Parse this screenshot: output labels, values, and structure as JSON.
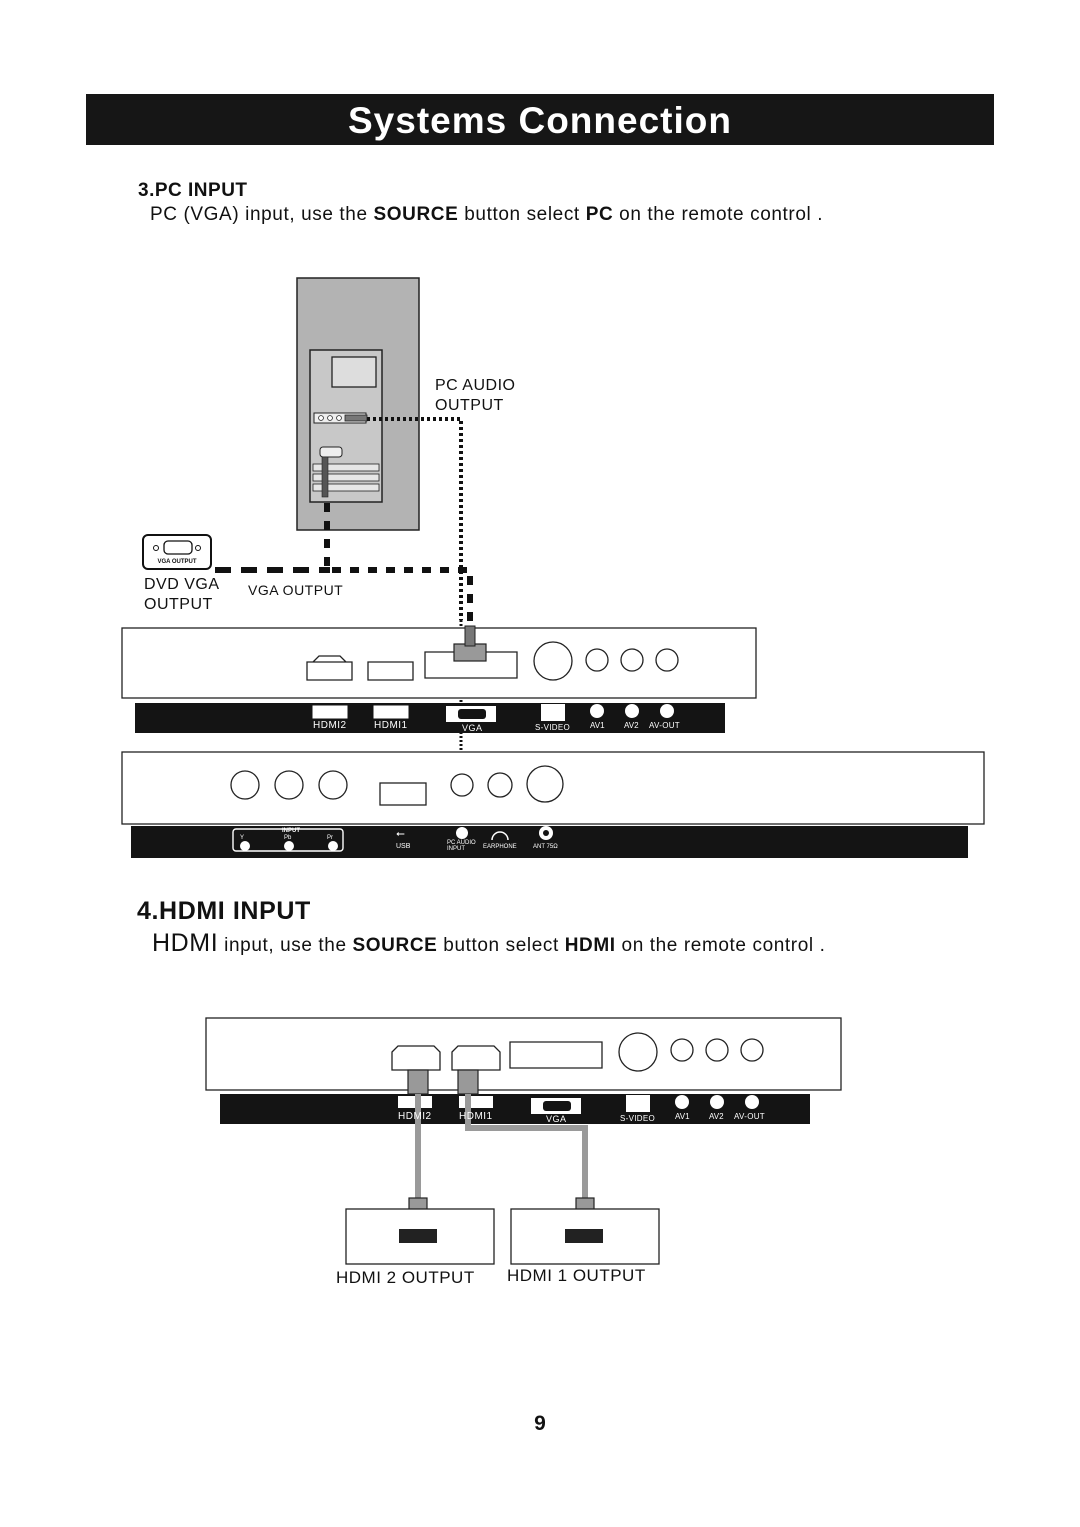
{
  "page": {
    "title": "Systems Connection",
    "page_number": "9"
  },
  "section3": {
    "heading": "3.PC INPUT",
    "desc_pre": "PC (VGA) input, use the ",
    "desc_bold1": "SOURCE",
    "desc_mid": " button select ",
    "desc_bold2": "PC",
    "desc_post": " on the remote control ."
  },
  "section4": {
    "heading": "4.HDMI INPUT",
    "desc_big": "HDMI",
    "desc_pre": " input, use the ",
    "desc_bold1": "SOURCE",
    "desc_mid": " button select ",
    "desc_bold2": "HDMI",
    "desc_post": " on the remote control ."
  },
  "diagram_pc": {
    "pc_audio_output_line1": "PC AUDIO",
    "pc_audio_output_line2": "OUTPUT",
    "dvd_vga_output_line1": "DVD VGA",
    "dvd_vga_output_line2": "OUTPUT",
    "vga_output": "VGA OUTPUT",
    "vga_output_small": "VGA OUTPUT",
    "ports_top": [
      "HDMI2",
      "HDMI1",
      "VGA",
      "S-VIDEO",
      "AV1",
      "AV2",
      "AV-OUT"
    ],
    "ports_bottom": {
      "input": "INPUT",
      "y": "Y",
      "pb": "Pb",
      "pr": "Pr",
      "usb": "USB",
      "pc_audio_input_1": "PC AUDIO",
      "pc_audio_input_2": "INPUT",
      "earphone": "EARPHONE",
      "ant": "ANT 75Ω"
    }
  },
  "diagram_hdmi": {
    "hdmi2_output": "HDMI 2 OUTPUT",
    "hdmi1_output": "HDMI 1 OUTPUT",
    "ports_top": [
      "HDMI2",
      "HDMI1",
      "VGA",
      "S-VIDEO",
      "AV1",
      "AV2",
      "AV-OUT"
    ]
  }
}
